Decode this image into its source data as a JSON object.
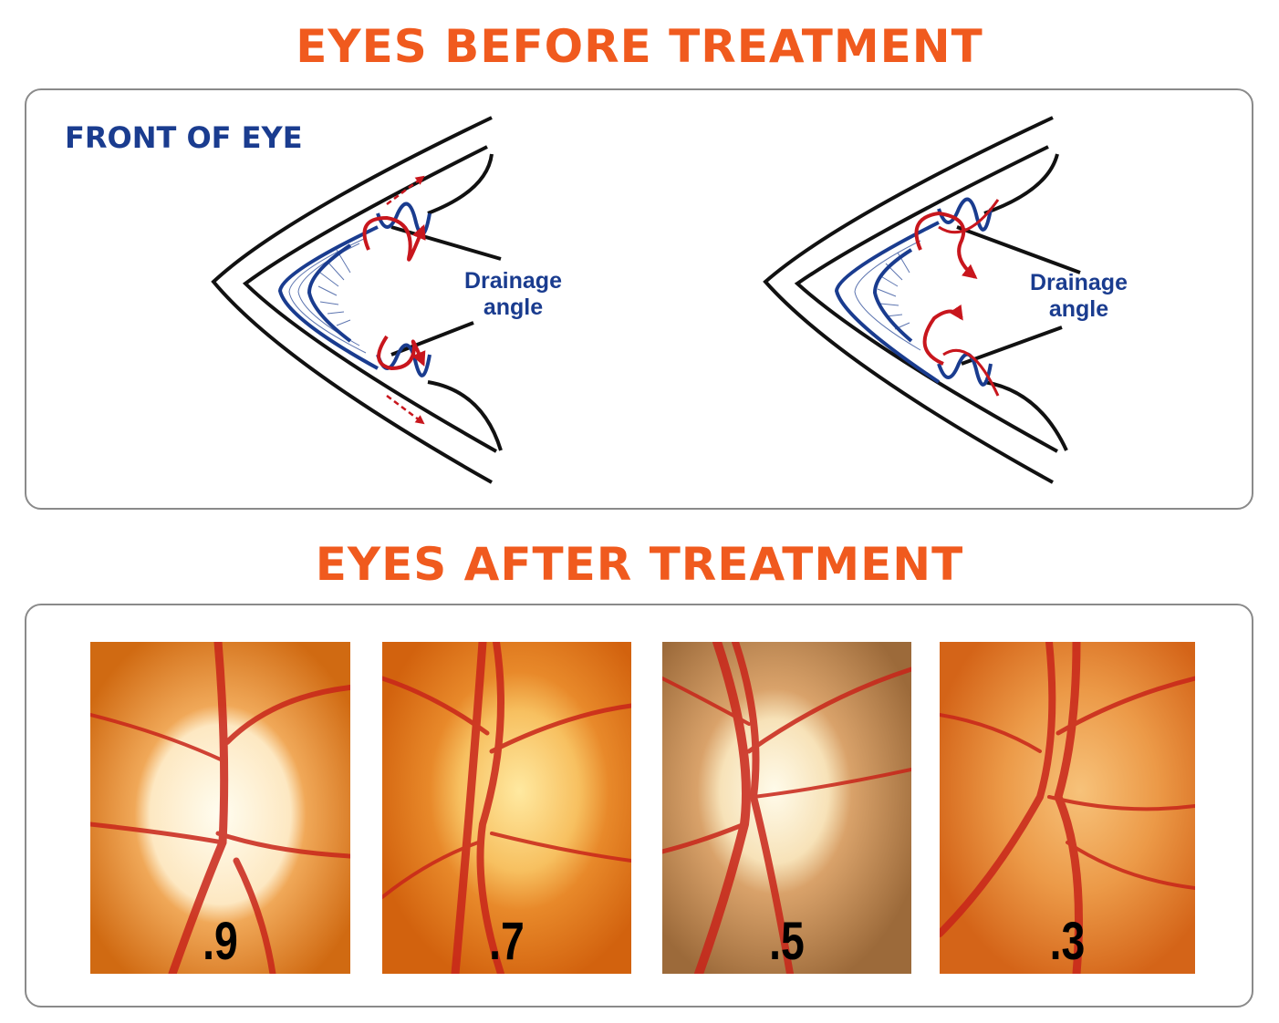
{
  "colors": {
    "title": "#f05a1e",
    "label_blue": "#1a3c8f",
    "arrow_red": "#c8161d",
    "line_black": "#111111"
  },
  "before": {
    "title": "EYES BEFORE TREATMENT",
    "front_label": "FRONT OF EYE",
    "diagrams": [
      {
        "label_line1": "Drainage",
        "label_line2": "angle"
      },
      {
        "label_line1": "Drainage",
        "label_line2": "angle"
      }
    ]
  },
  "after": {
    "title": "EYES AFTER TREATMENT",
    "images": [
      {
        "ratio": ".9"
      },
      {
        "ratio": ".7"
      },
      {
        "ratio": ".5"
      },
      {
        "ratio": ".3"
      }
    ]
  }
}
